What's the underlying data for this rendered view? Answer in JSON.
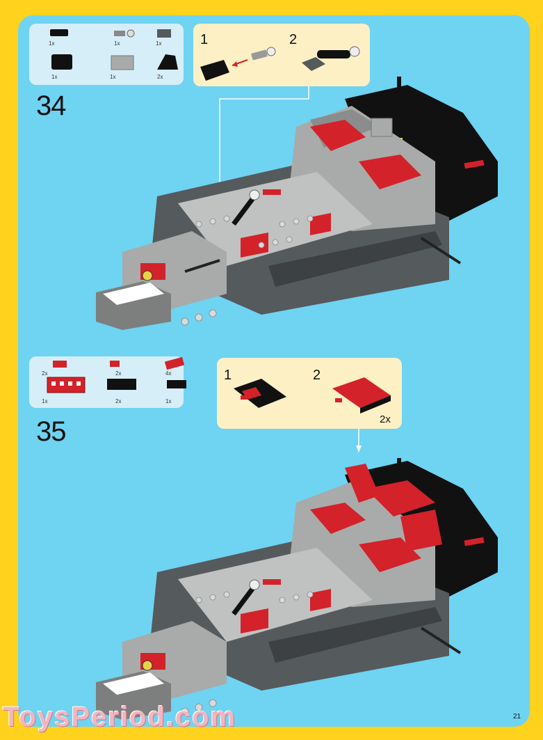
{
  "page": {
    "number": "21",
    "watermark": "ToysPeriod.com"
  },
  "steps": [
    {
      "number": "34",
      "parts": [
        "1x",
        "1x",
        "1x",
        "1x",
        "1x",
        "2x"
      ],
      "callout": {
        "sub_steps": [
          "1",
          "2"
        ]
      }
    },
    {
      "number": "35",
      "parts": [
        "2x",
        "2x",
        "4x",
        "1x",
        "2x",
        "1x"
      ],
      "callout": {
        "sub_steps": [
          "1",
          "2"
        ],
        "multiplier": "2x"
      }
    }
  ],
  "colors": {
    "background": "#ffd21e",
    "page": "#6fd3f2",
    "red": "#d3222a",
    "dark_gray": "#555a5c",
    "light_gray": "#a8aba9",
    "black": "#111111"
  }
}
